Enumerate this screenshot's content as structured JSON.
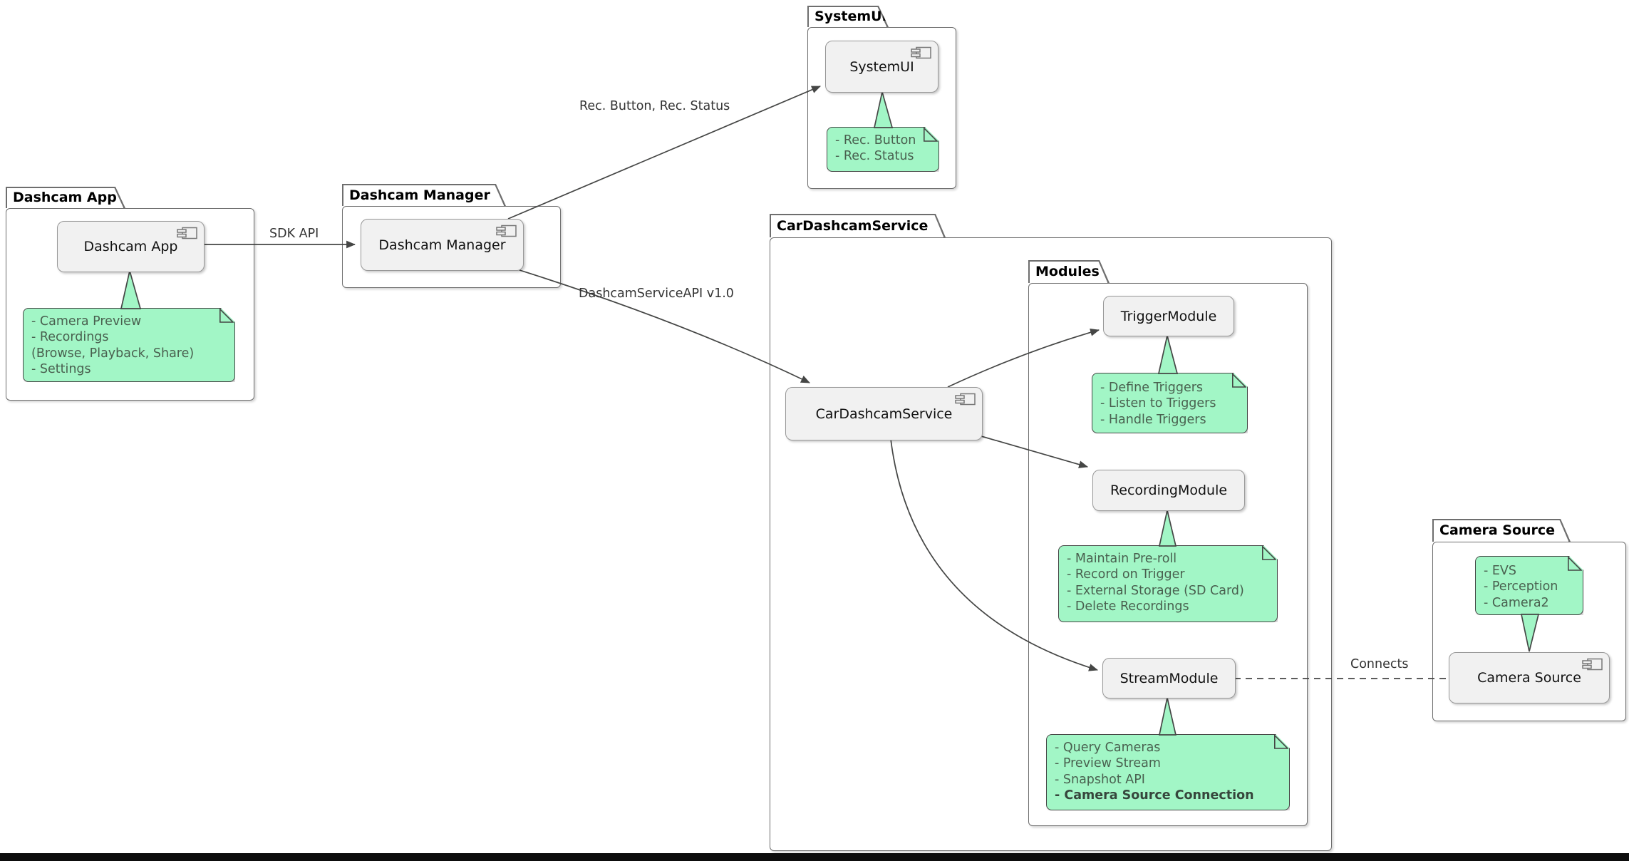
{
  "packages": {
    "dashcam_app": {
      "title": "Dashcam App"
    },
    "dashcam_manager": {
      "title": "Dashcam Manager"
    },
    "systemui": {
      "title": "SystemUI"
    },
    "car_dashcam_service": {
      "title": "CarDashcamService"
    },
    "modules": {
      "title": "Modules"
    },
    "camera_source": {
      "title": "Camera Source"
    }
  },
  "components": {
    "dashcam_app": {
      "label": "Dashcam App"
    },
    "dashcam_manager": {
      "label": "Dashcam Manager"
    },
    "systemui": {
      "label": "SystemUI"
    },
    "car_dashcam_service": {
      "label": "CarDashcamService"
    },
    "trigger_module": {
      "label": "TriggerModule"
    },
    "recording_module": {
      "label": "RecordingModule"
    },
    "stream_module": {
      "label": "StreamModule"
    },
    "camera_source": {
      "label": "Camera Source"
    }
  },
  "notes": {
    "dashcam_app": {
      "lines": [
        "- Camera Preview",
        "- Recordings",
        "(Browse, Playback, Share)",
        "- Settings"
      ]
    },
    "systemui": {
      "lines": [
        "- Rec. Button",
        "- Rec. Status"
      ]
    },
    "trigger_module": {
      "lines": [
        "- Define Triggers",
        "- Listen to Triggers",
        "- Handle Triggers"
      ]
    },
    "recording_module": {
      "lines": [
        "- Maintain Pre-roll",
        "- Record on Trigger",
        "- External Storage (SD Card)",
        "- Delete Recordings"
      ]
    },
    "stream_module": {
      "lines": [
        "- Query Cameras",
        "- Preview Stream",
        "- Snapshot API"
      ],
      "bold_line": "- Camera Source Connection"
    },
    "camera_source": {
      "lines": [
        "- EVS",
        "- Perception",
        "- Camera2"
      ]
    }
  },
  "edge_labels": {
    "sdk_api": "SDK API",
    "rec_signals": "Rec. Button, Rec. Status",
    "service_api": "DashcamServiceAPI v1.0",
    "connects": "Connects"
  },
  "colors": {
    "note_fill": "#a2f6c6",
    "note_border": "#454645",
    "note_text": "#49604f",
    "component_fill": "#f1f1f1",
    "component_border": "#989898",
    "package_border": "#6e6e6e",
    "connector": "#454645",
    "bottom_bar": "#0d0d0d"
  }
}
